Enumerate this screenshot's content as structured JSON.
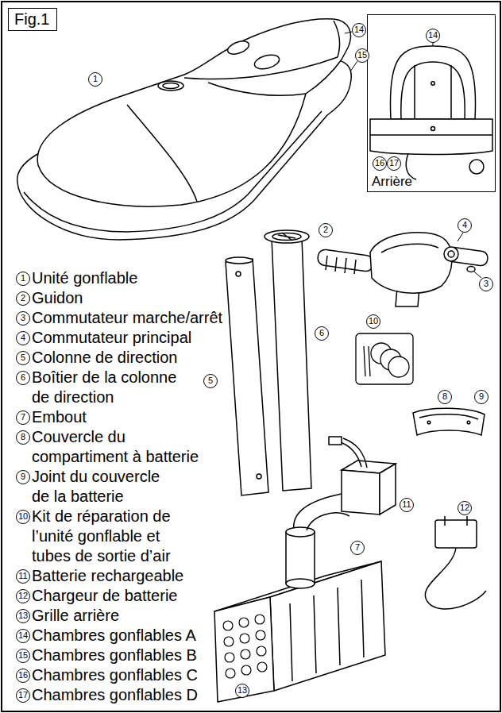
{
  "diagram": {
    "nodes": [
      {
        "text": [
          "Fig.1"
        ]
      },
      {
        "text": [
          "Arrière"
        ]
      }
    ],
    "labels": [
      "1",
      "14",
      "15",
      "14",
      "16",
      "17",
      "2",
      "4",
      "3",
      "6",
      "5",
      "10",
      "8",
      "9",
      "11",
      "12",
      "7",
      "13",
      "1",
      "Unité gonflable",
      "2",
      "Guidon",
      "3",
      "Commutateur marche/arrêt",
      "4",
      "Commutateur principal",
      "5",
      "Colonne de direction",
      "6",
      "Boîtier de la colonne de direction",
      "7",
      "Embout",
      "8",
      "Couvercle du compartiment à batterie",
      "9",
      "Joint du couvercle de la batterie",
      "10",
      "Kit de réparation de l’unité gonflable et tubes de sortie d’air",
      "11",
      "Batterie rechargeable",
      "12",
      "Chargeur de batterie",
      "13",
      "Grille arrière",
      "14",
      "Chambres gonflables A",
      "15",
      "Chambres gonflables B",
      "16",
      "Chambres gonflables C",
      "17",
      "Chambres gonflables D"
    ]
  }
}
